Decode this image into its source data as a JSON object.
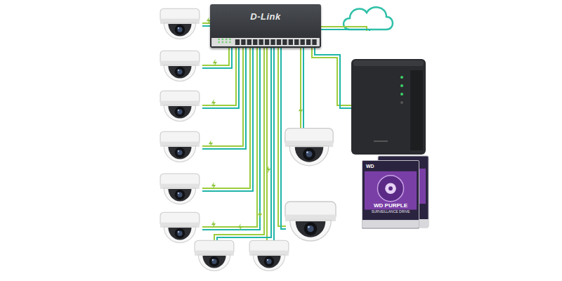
{
  "diagram": {
    "nodes": [
      {
        "text": [
          "D-Link"
        ]
      },
      {
        "text": [
          "WD",
          "WD PURPLE",
          "SURVEILLANCE DRIVE"
        ]
      }
    ]
  }
}
